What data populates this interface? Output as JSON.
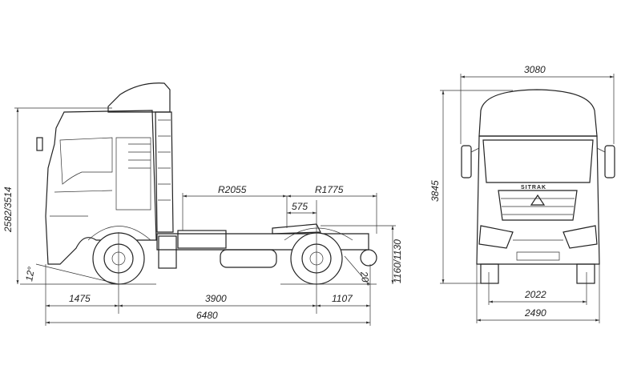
{
  "side_view": {
    "overall_height": "2582/3514",
    "turning_radius_front": "R2055",
    "turning_radius_rear": "R1775",
    "fifth_wheel_offset": "575",
    "fifth_wheel_height": "1160/1130",
    "approach_angle": "12°",
    "departure_angle": "20°",
    "front_overhang": "1475",
    "wheelbase": "3900",
    "rear_overhang": "1107",
    "overall_length": "6480"
  },
  "front_view": {
    "overall_width_mirrors": "3080",
    "overall_height": "3845",
    "track_width": "2022",
    "overall_width": "2490",
    "brand_logo": "SITRAK"
  },
  "colors": {
    "line": "#222222",
    "background": "#ffffff"
  }
}
